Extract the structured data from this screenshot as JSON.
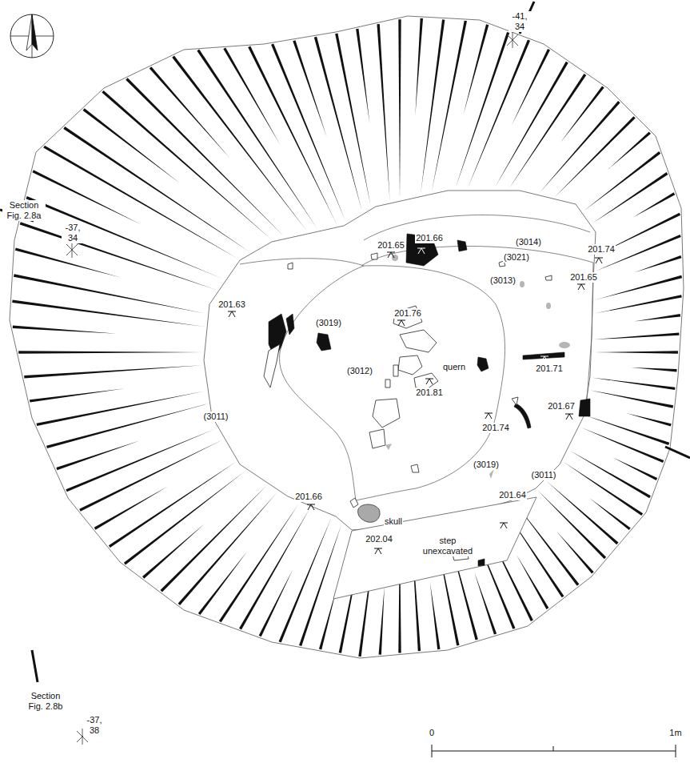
{
  "diagram": {
    "labels": [
      "Section Fig. 2.8a",
      "-41, 34",
      "-37, 34",
      "201.65",
      "201.66",
      "(3014)",
      "201.74",
      "(3021)",
      "201.65",
      "(3013)",
      "201.63",
      "(3019)",
      "201.76",
      "quern",
      "(3012)",
      "201.81",
      "201.71",
      "201.74",
      "201.67",
      "(3011)",
      "(3019)",
      "(3011)",
      "201.66",
      "skull",
      "201.64",
      "202.04",
      "step unexcavated",
      "Section Fig. 2.8b",
      "-37, 38",
      "0",
      "1m"
    ]
  }
}
